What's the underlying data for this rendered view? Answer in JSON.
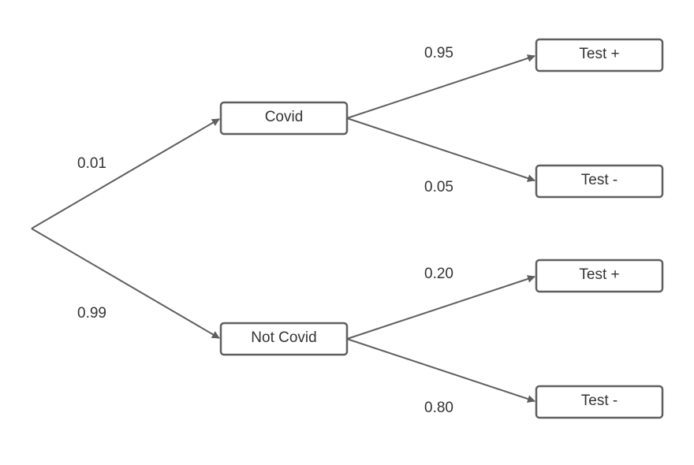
{
  "nodes": {
    "covid": "Covid",
    "not_covid": "Not Covid",
    "covid_test_pos": "Test +",
    "covid_test_neg": "Test -",
    "not_covid_test_pos": "Test +",
    "not_covid_test_neg": "Test -"
  },
  "edges": {
    "root_to_covid": "0.01",
    "root_to_not_covid": "0.99",
    "covid_to_test_pos": "0.95",
    "covid_to_test_neg": "0.05",
    "not_covid_to_test_pos": "0.20",
    "not_covid_to_test_neg": "0.80"
  },
  "colors": {
    "stroke": "#5f5f5f",
    "text": "#333333",
    "background": "#ffffff"
  }
}
